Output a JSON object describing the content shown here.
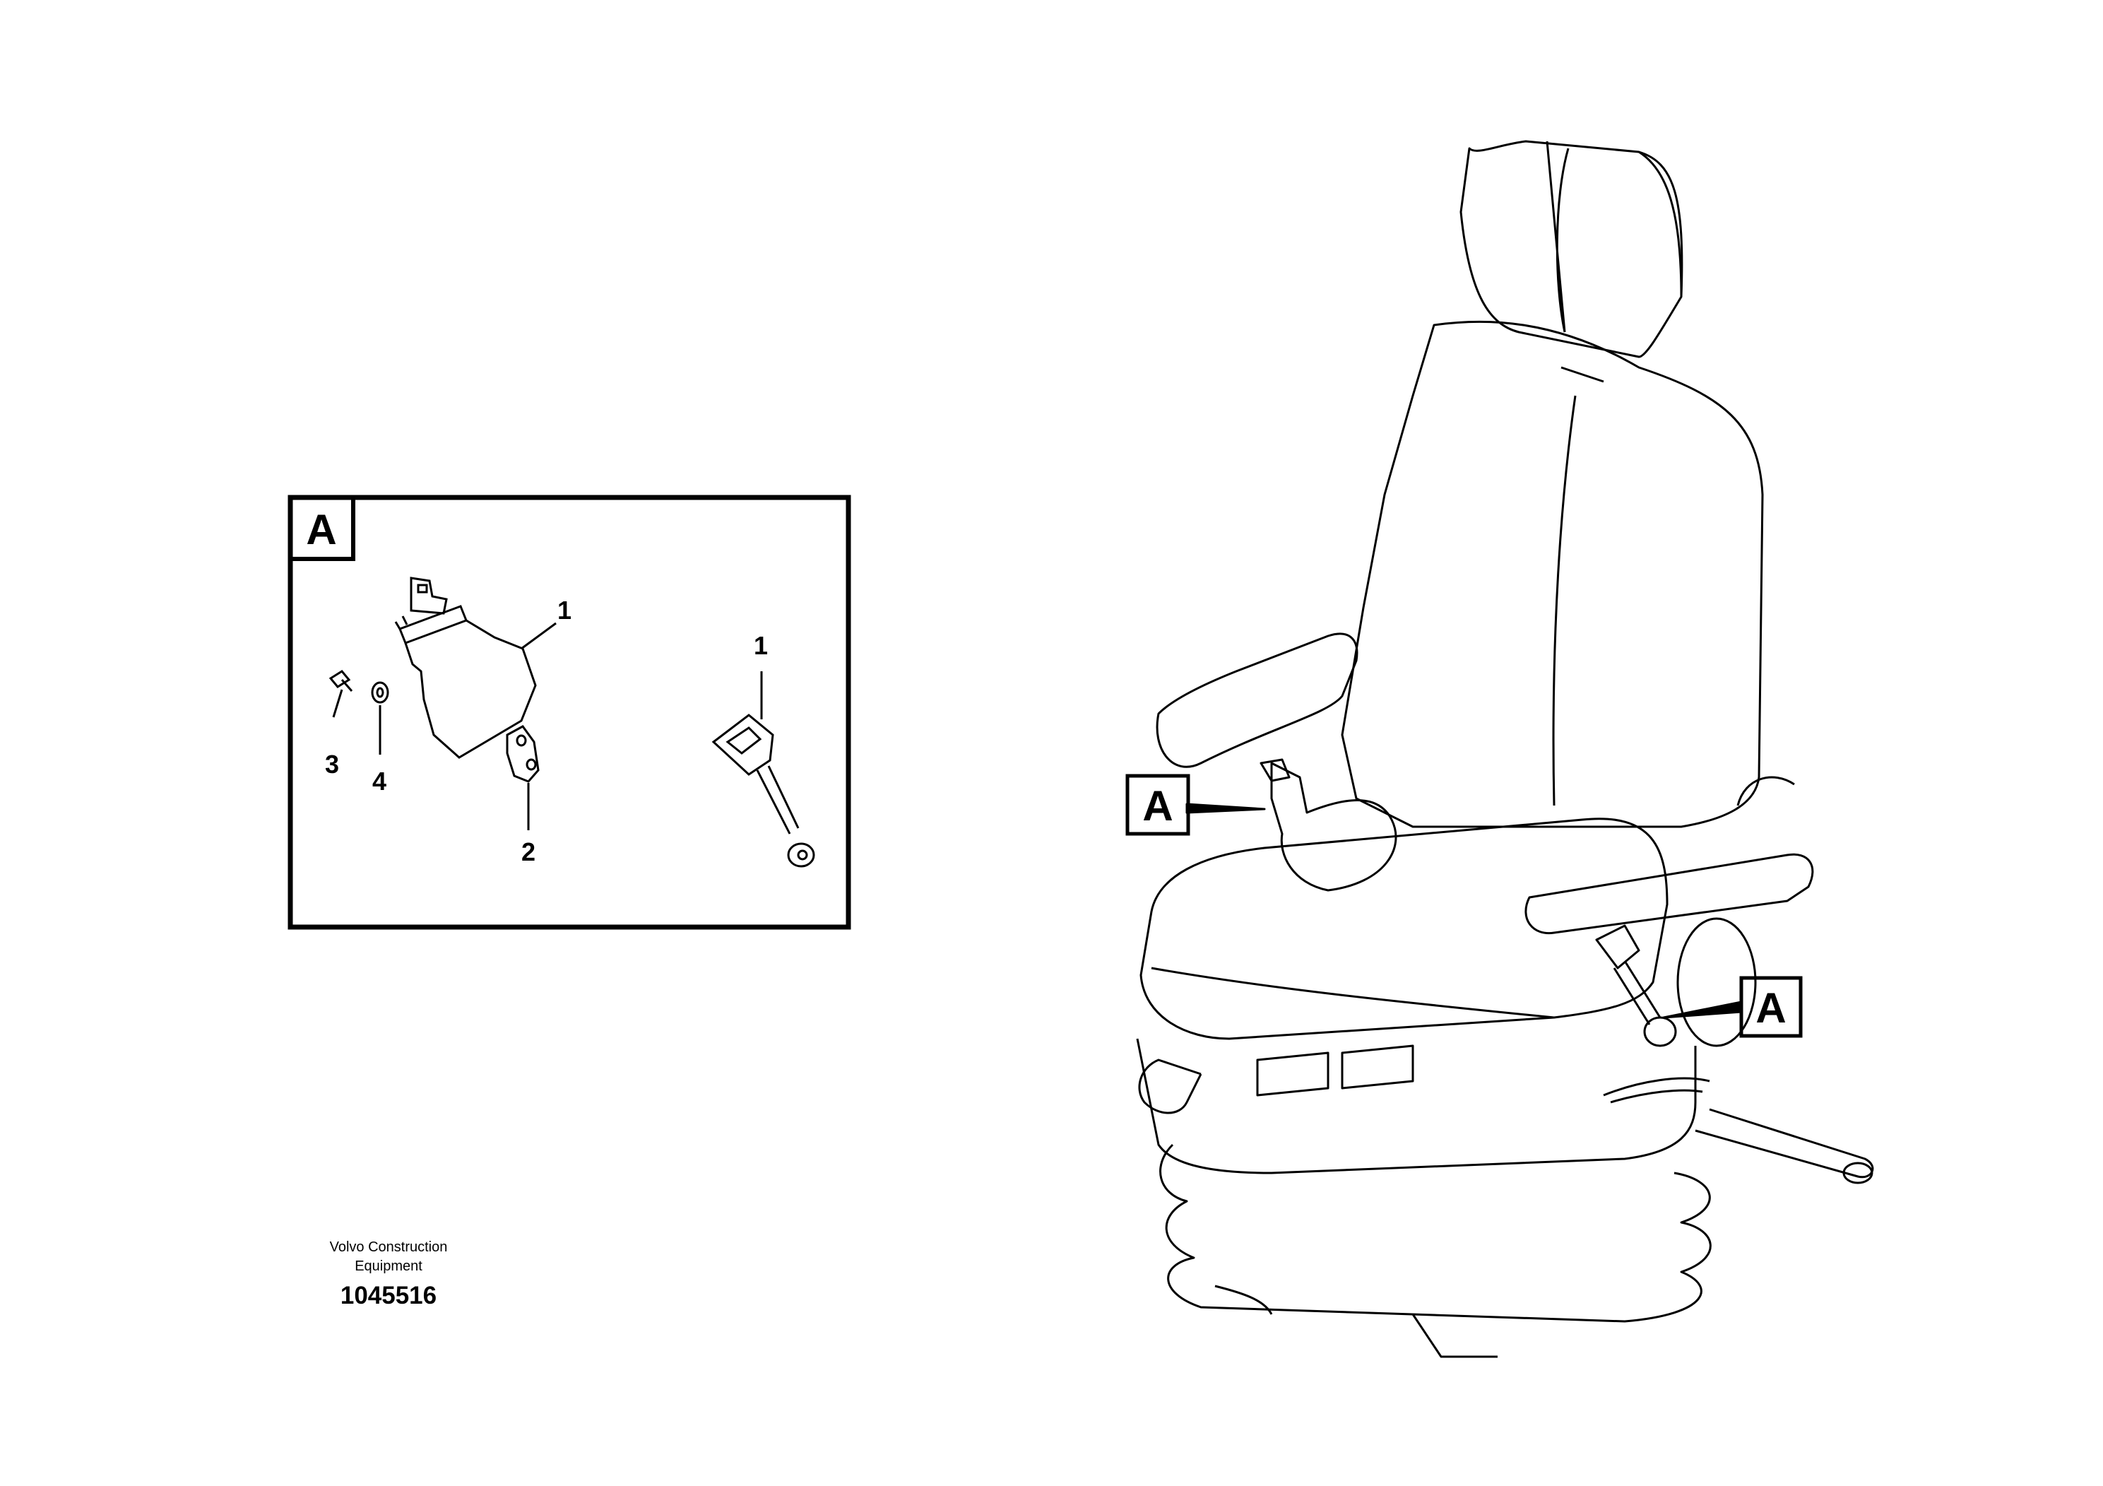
{
  "detail_view": {
    "label": "A",
    "callouts": [
      "1",
      "1",
      "2",
      "3",
      "4"
    ]
  },
  "seat_view": {
    "view_markers": [
      "A",
      "A"
    ]
  },
  "footer": {
    "brand_line1": "Volvo Construction",
    "brand_line2": "Equipment",
    "illustration_number": "1045516"
  }
}
